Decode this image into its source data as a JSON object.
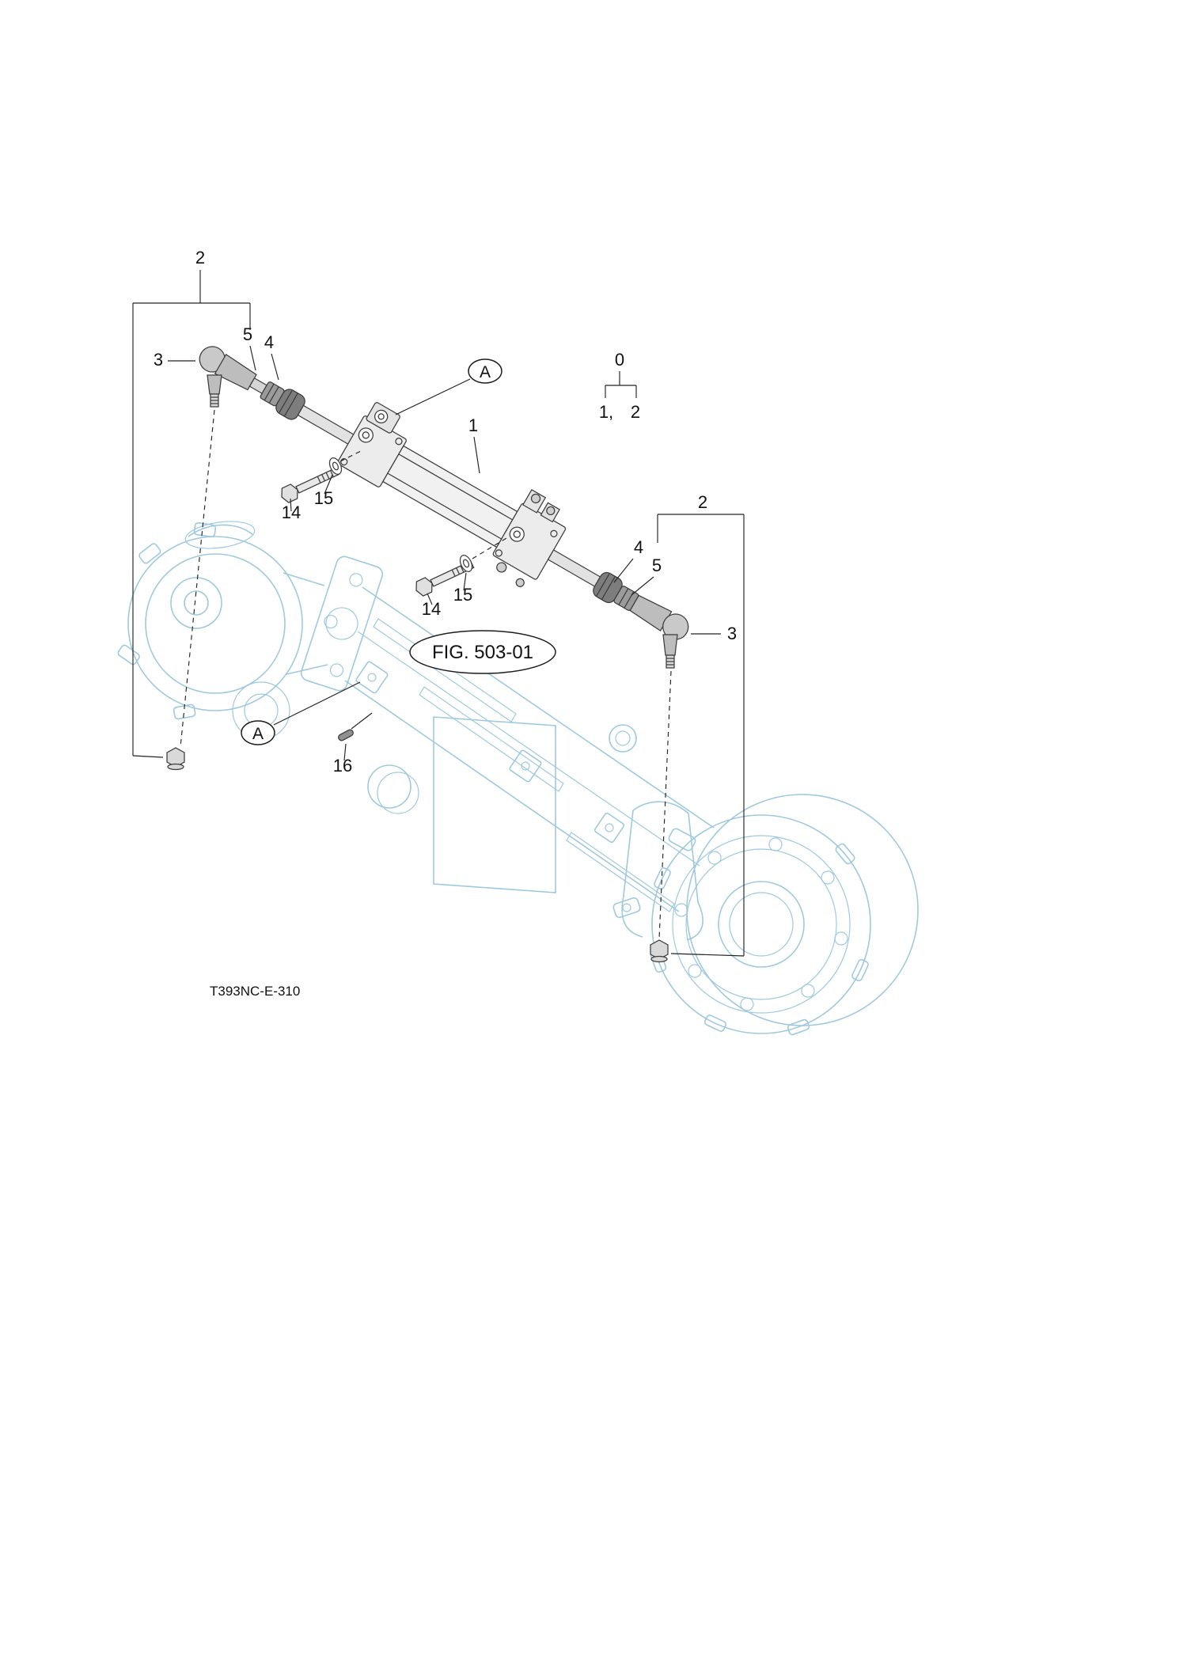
{
  "page": {
    "drawing_code": "T393NC-E-310"
  },
  "figure_ref": {
    "label": "FIG. 503-01"
  },
  "detail_markers": {
    "upper": "A",
    "lower": "A"
  },
  "group_zero": {
    "label": "0",
    "child_left": "1,",
    "child_right": "2"
  },
  "callouts": {
    "cylinder": "1",
    "tie_rod_left_group": "2",
    "tie_rod_right_group": "2",
    "tie_rod_end_left": "3",
    "tie_rod_end_right": "3",
    "joint_left_4": "4",
    "joint_right_4": "4",
    "joint_left_5": "5",
    "joint_right_5": "5",
    "bolt_upper": "14",
    "bolt_lower": "14",
    "washer_upper": "15",
    "washer_lower": "15",
    "pin": "16"
  },
  "colors": {
    "axle_line": "#9fc9e0",
    "part_line": "#3c3c3c",
    "label_text": "#111111"
  }
}
